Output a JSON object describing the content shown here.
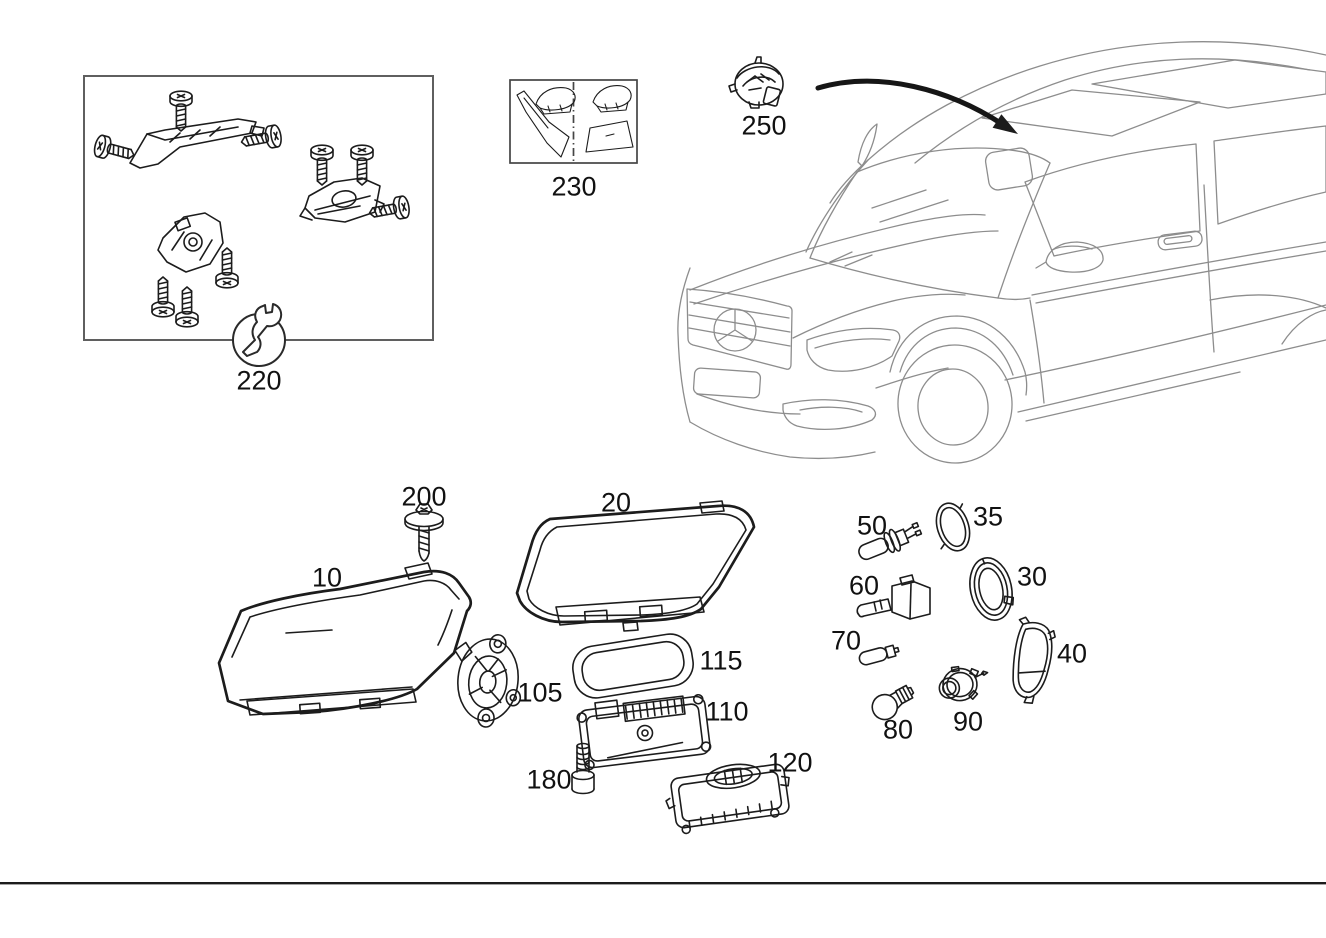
{
  "document": {
    "type": "parts-diagram",
    "description": "Headlamp and sensor exploded parts line-diagram with vehicle illustration"
  },
  "colors": {
    "background": "#ffffff",
    "part_line": "#1c1c1c",
    "car_line": "#8d8d8d",
    "box_border": "#5f5f5f",
    "rule": "#161616"
  },
  "parts": {
    "p10": {
      "label": "10",
      "name": "headlamp-assembly"
    },
    "p20": {
      "label": "20",
      "name": "headlamp-lens"
    },
    "p30": {
      "label": "30",
      "name": "large-round-cap"
    },
    "p35": {
      "label": "35",
      "name": "sealing-ring"
    },
    "p40": {
      "label": "40",
      "name": "oval-cover"
    },
    "p50": {
      "label": "50",
      "name": "halogen-bulb"
    },
    "p60": {
      "label": "60",
      "name": "bulb-module"
    },
    "p70": {
      "label": "70",
      "name": "small-bulb"
    },
    "p80": {
      "label": "80",
      "name": "pear-bulb"
    },
    "p90": {
      "label": "90",
      "name": "bulb-socket"
    },
    "p105": {
      "label": "105",
      "name": "adjuster-plate"
    },
    "p110": {
      "label": "110",
      "name": "control-unit-upper"
    },
    "p115": {
      "label": "115",
      "name": "gasket-seal"
    },
    "p120": {
      "label": "120",
      "name": "control-unit-lower"
    },
    "p180": {
      "label": "180",
      "name": "screw-lower"
    },
    "p200": {
      "label": "200",
      "name": "screw-upper"
    },
    "p220": {
      "label": "220",
      "name": "repair-kit-box"
    },
    "p230": {
      "label": "230",
      "name": "cover-set-box"
    },
    "p250": {
      "label": "250",
      "name": "rain-light-sensor"
    }
  }
}
